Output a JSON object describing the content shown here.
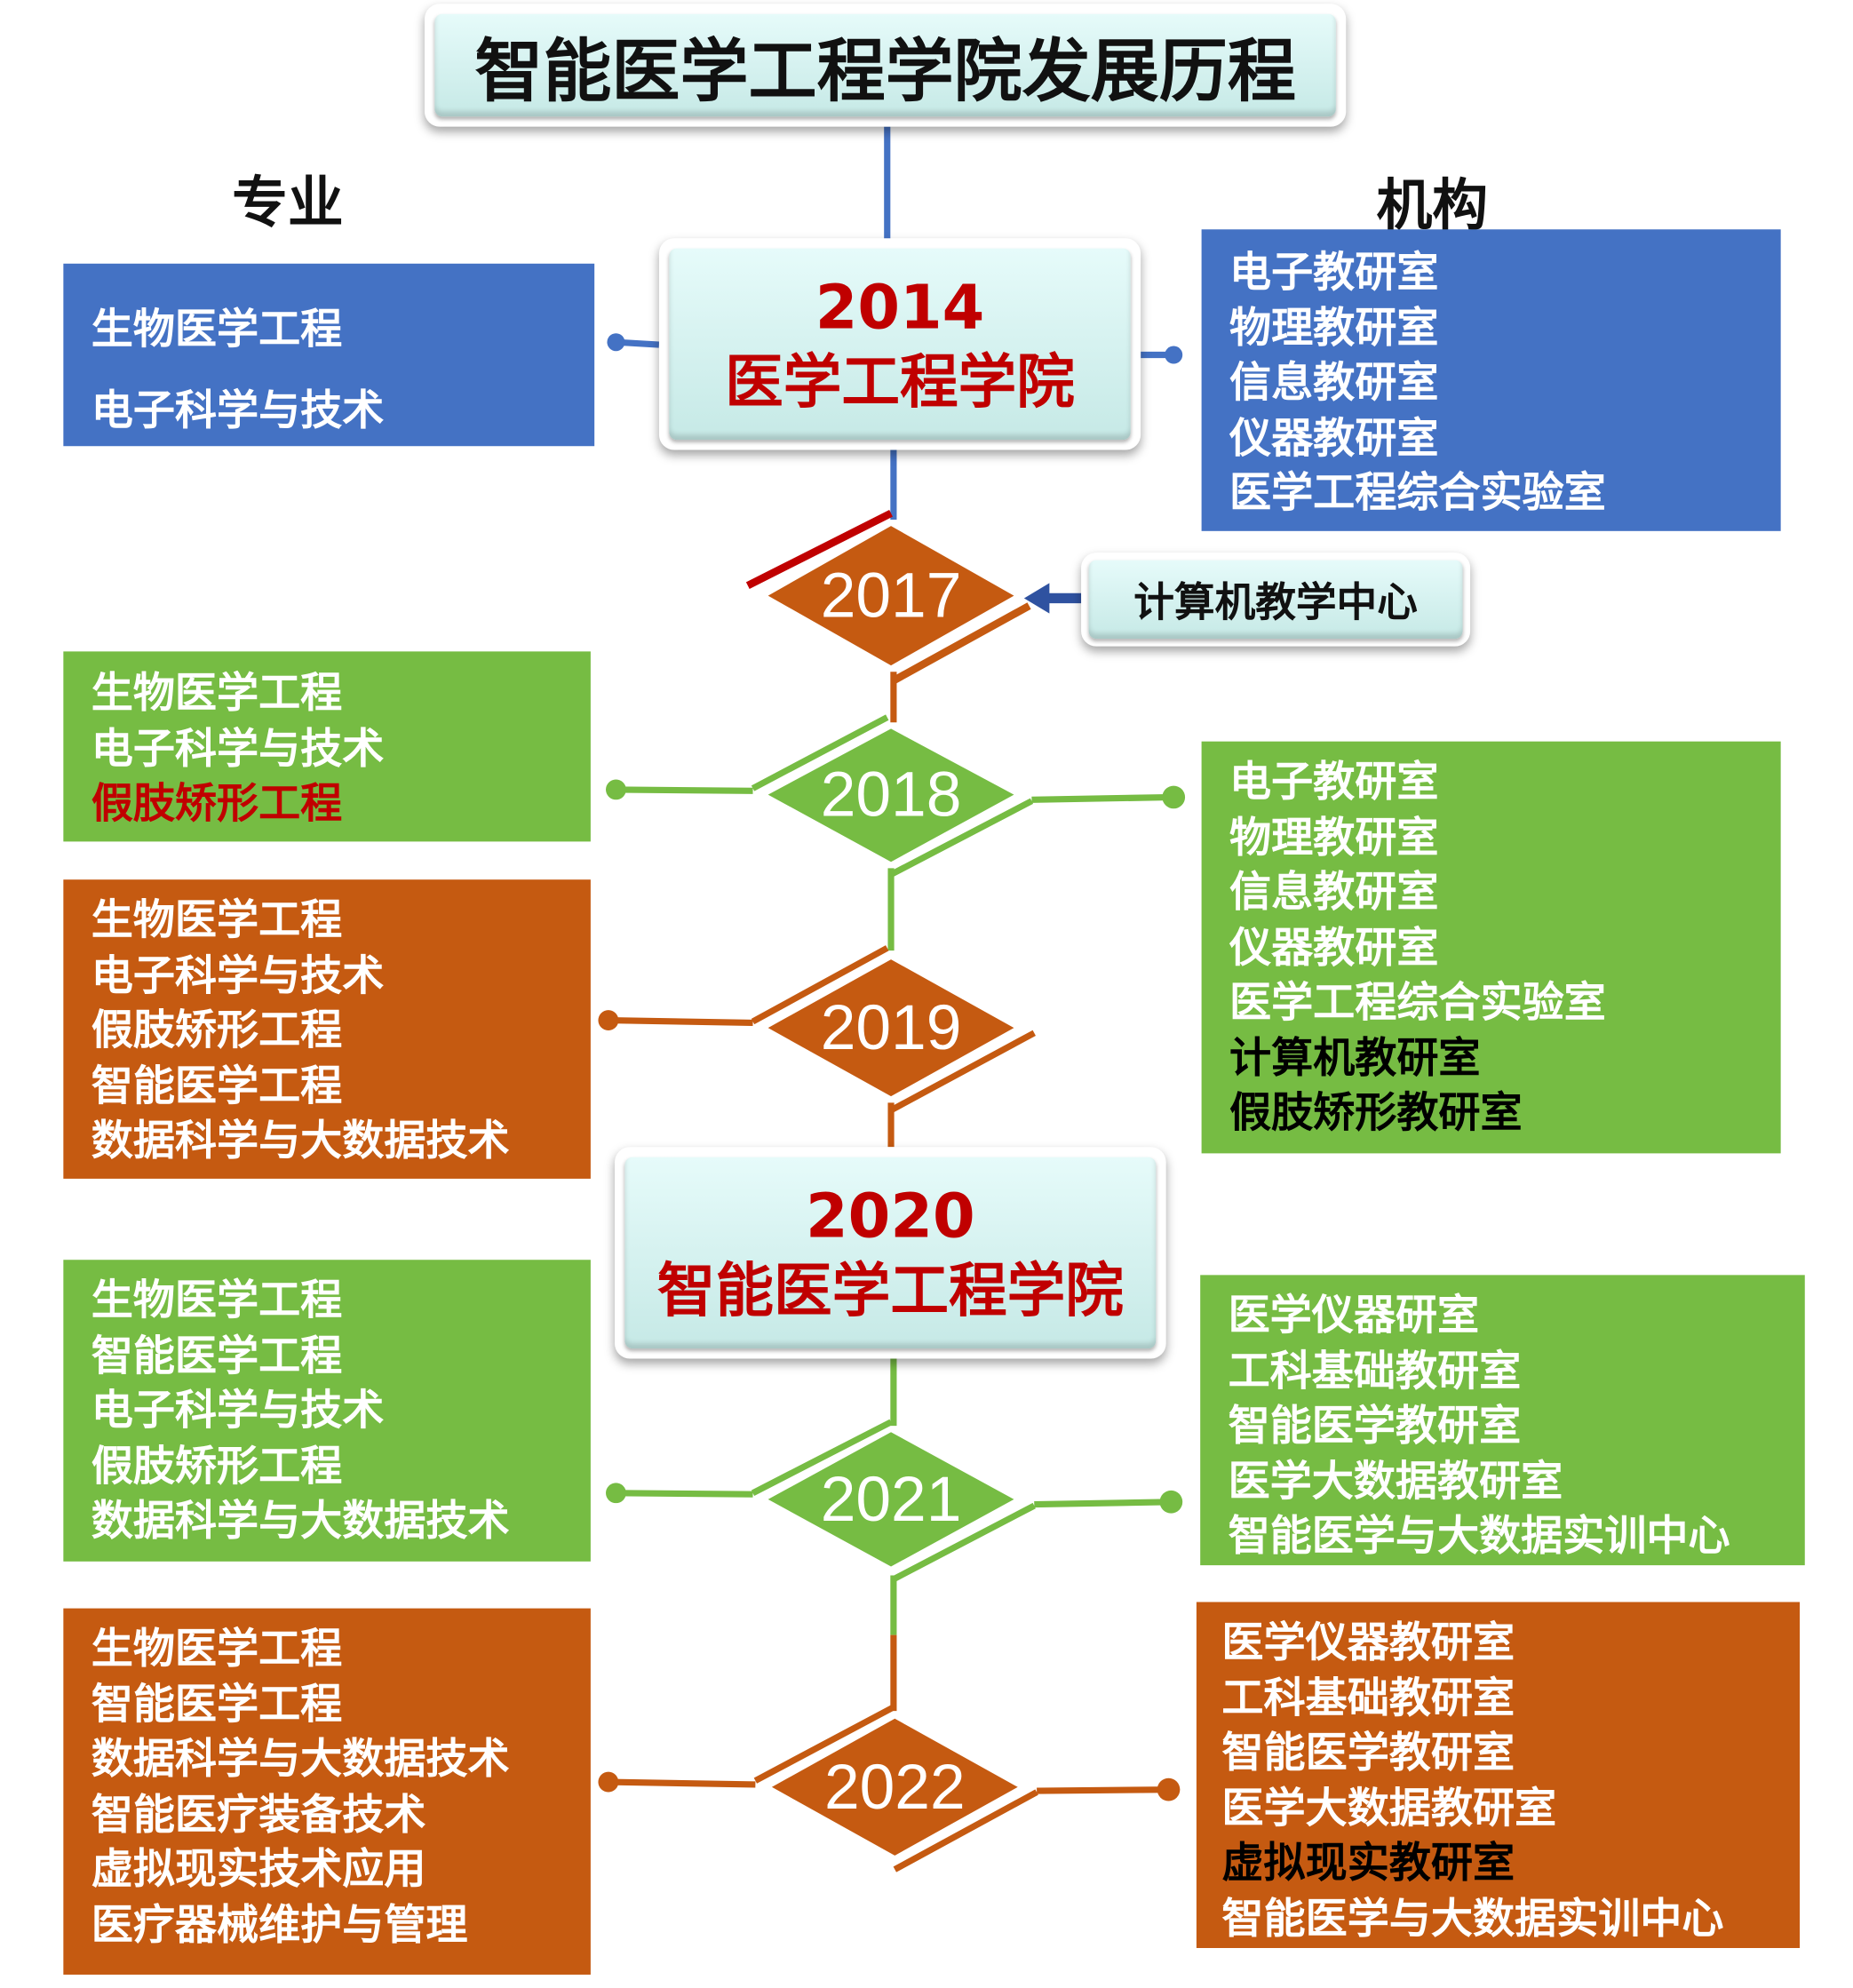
{
  "title": "智能医学工程学院发展历程",
  "headers": {
    "majors": "专业",
    "institutions": "机构"
  },
  "colors": {
    "blue": "#4472c4",
    "green": "#76bc43",
    "orange": "#c55a11",
    "red": "#c00000"
  },
  "milestones": {
    "m2014": {
      "year": "2014",
      "name": "医学工程学院"
    },
    "m2020": {
      "year": "2020",
      "name": "智能医学工程学院"
    }
  },
  "years": [
    "2017",
    "2018",
    "2019",
    "2021",
    "2022"
  ],
  "center_2017": "计算机教学中心",
  "majors": {
    "y2014": [
      "生物医学工程",
      "电子科学与技术"
    ],
    "y2018": [
      "生物医学工程",
      "电子科学与技术",
      "假肢矫形工程"
    ],
    "y2019": [
      "生物医学工程",
      "电子科学与技术",
      "假肢矫形工程",
      "智能医学工程",
      "数据科学与大数据技术"
    ],
    "y2021": [
      "生物医学工程",
      "智能医学工程",
      "电子科学与技术",
      "假肢矫形工程",
      "数据科学与大数据技术"
    ],
    "y2022": [
      "生物医学工程",
      "智能医学工程",
      "数据科学与大数据技术",
      "智能医疗装备技术",
      "虚拟现实技术应用",
      "医疗器械维护与管理"
    ]
  },
  "institutions": {
    "y2014": [
      "电子教研室",
      "物理教研室",
      "信息教研室",
      "仪器教研室",
      "医学工程综合实验室"
    ],
    "y2018": [
      "电子教研室",
      "物理教研室",
      "信息教研室",
      "仪器教研室",
      "医学工程综合实验室",
      "计算机教研室",
      "假肢矫形教研室"
    ],
    "y2021": [
      "医学仪器研室",
      "工科基础教研室",
      "智能医学教研室",
      "医学大数据教研室",
      "智能医学与大数据实训中心"
    ],
    "y2022": [
      "医学仪器教研室",
      "工科基础教研室",
      "智能医学教研室",
      "医学大数据教研室",
      "虚拟现实教研室",
      "智能医学与大数据实训中心"
    ]
  }
}
